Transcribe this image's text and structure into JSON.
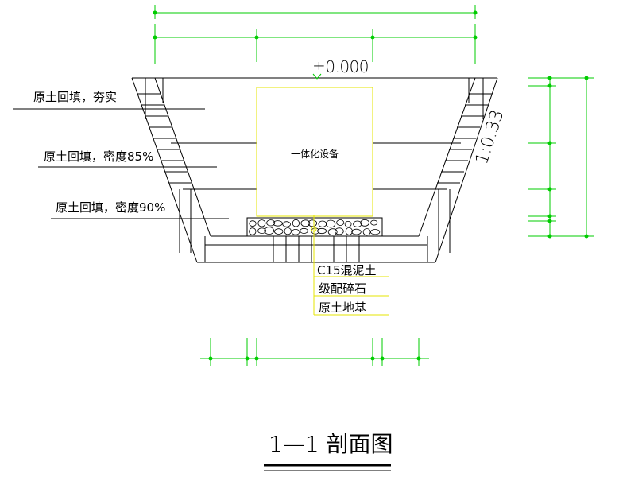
{
  "drawing": {
    "elevation_mark": "±0.000",
    "equipment_label": "一体化设备",
    "slope_label": "1:0.33",
    "title": "1—1 剖面图",
    "backfill_layers": [
      "原土回填，夯实",
      "原土回填，密度85%",
      "原土回填，密度90%"
    ],
    "base_layers": [
      "C15混泥土",
      "级配碎石",
      "原土地基"
    ]
  },
  "colors": {
    "dimension": "#00cc00",
    "equipment_outline": "#e6e600",
    "linework": "#000000"
  }
}
